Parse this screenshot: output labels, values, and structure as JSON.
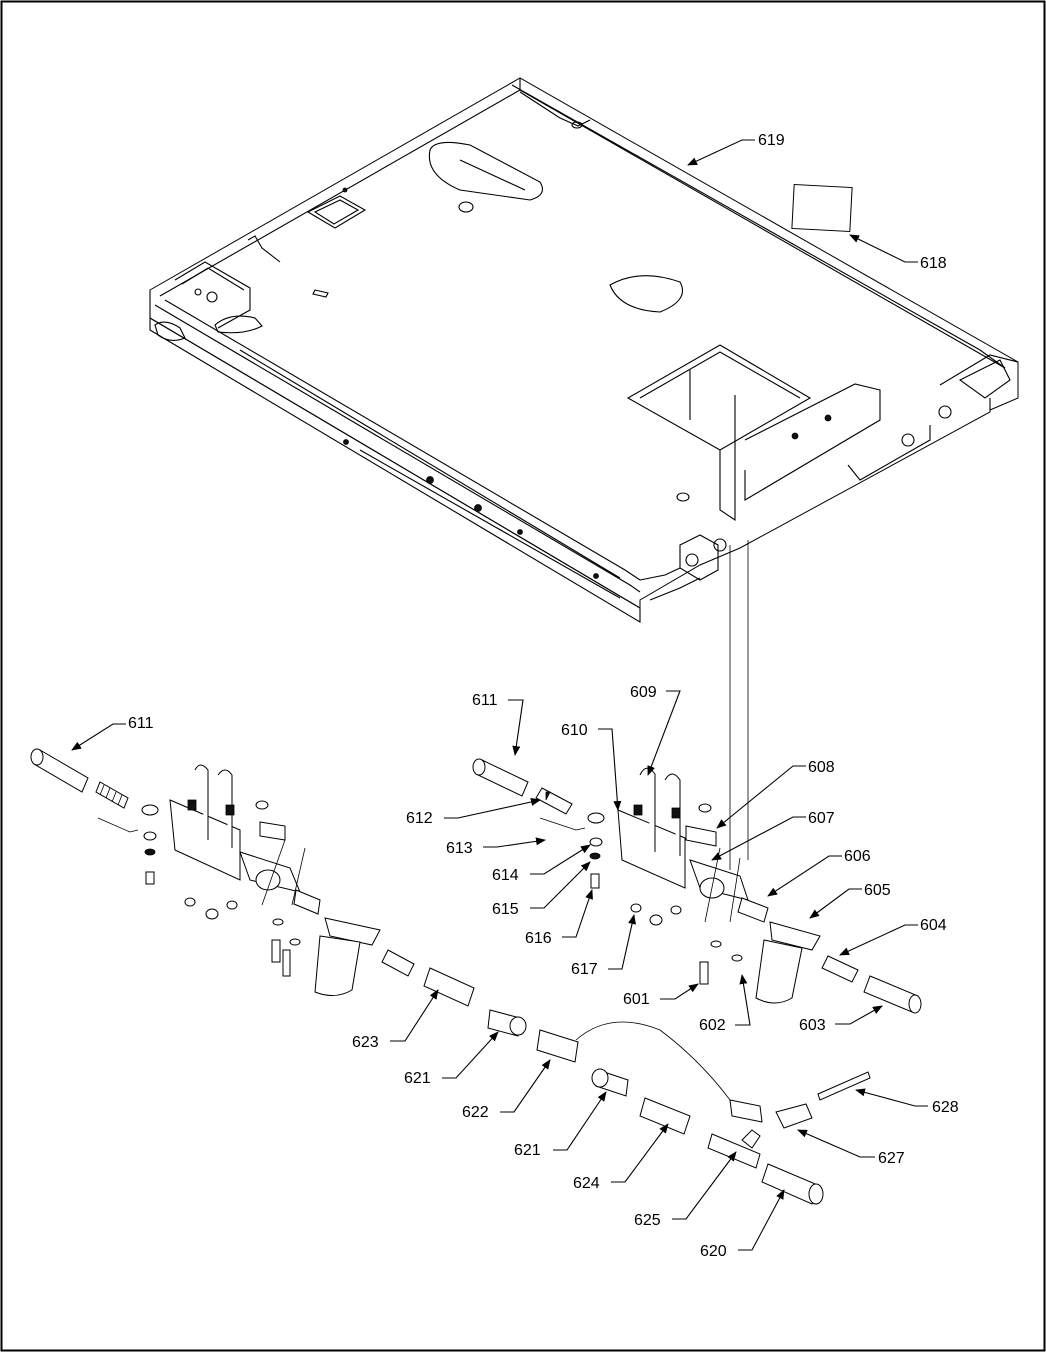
{
  "callouts": {
    "c601": "601",
    "c602": "602",
    "c603": "603",
    "c604": "604",
    "c605": "605",
    "c606": "606",
    "c607": "607",
    "c608": "608",
    "c609": "609",
    "c610": "610",
    "c611a": "611",
    "c611b": "611",
    "c612": "612",
    "c613": "613",
    "c614": "614",
    "c615": "615",
    "c616": "616",
    "c617": "617",
    "c618": "618",
    "c619": "619",
    "c620": "620",
    "c621a": "621",
    "c621b": "621",
    "c622": "622",
    "c623": "623",
    "c624": "624",
    "c625": "625",
    "c627": "627",
    "c628": "628"
  }
}
